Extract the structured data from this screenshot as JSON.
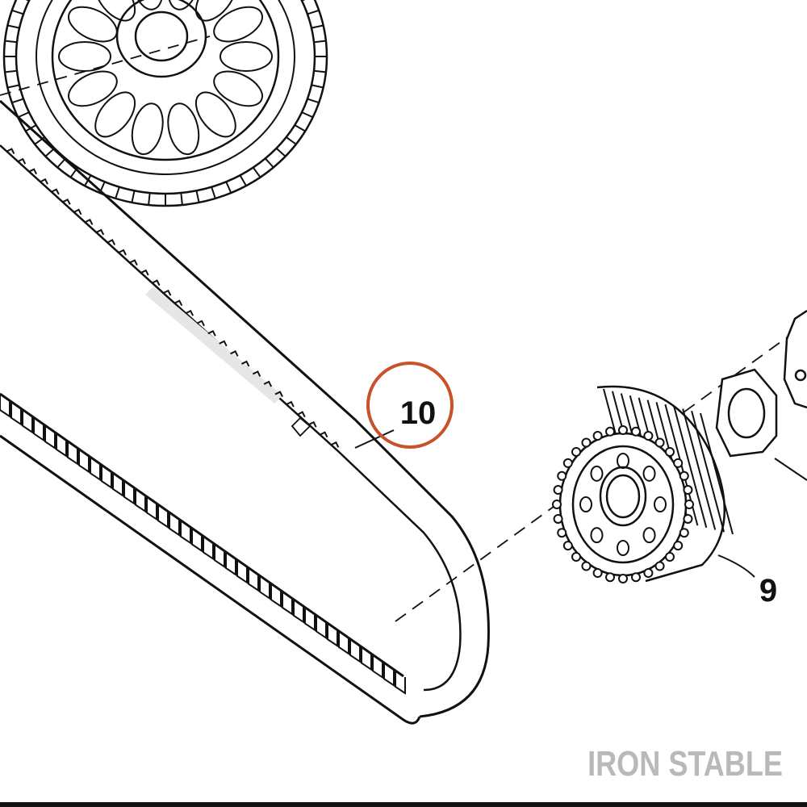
{
  "callouts": {
    "belt": {
      "label": "10",
      "highlight_color": "#c8522a"
    },
    "pulley": {
      "label": "9"
    }
  },
  "brand": {
    "watermark": "IRON STABLE",
    "color": "#b9b9b9"
  },
  "colors": {
    "line": "#111111",
    "leader_highlight": "#c8522a"
  }
}
